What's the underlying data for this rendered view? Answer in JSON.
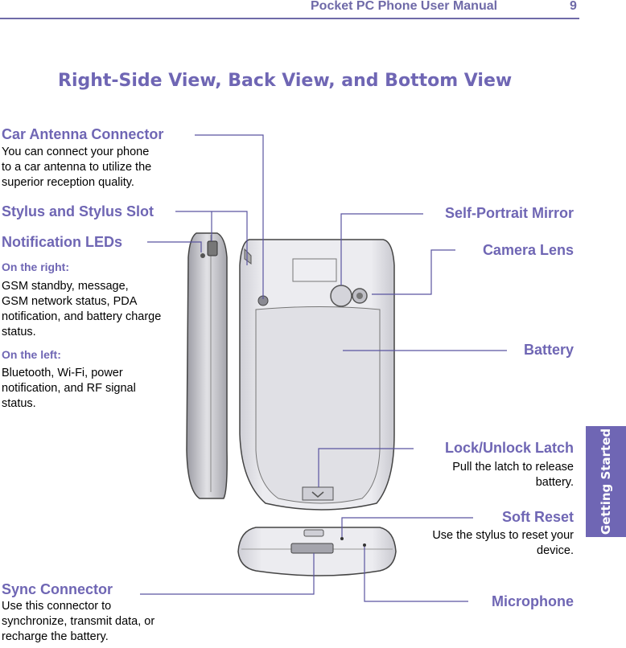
{
  "header": {
    "manual_title": "Pocket PC Phone User Manual",
    "page_number": "9"
  },
  "side_tab": {
    "label": "Getting Started"
  },
  "page_title": "Right-Side View, Back View, and Bottom View",
  "callouts": {
    "car_antenna": {
      "title": "Car Antenna Connector",
      "desc": "You can connect your phone\nto a car antenna to utilize the\nsuperior reception quality."
    },
    "stylus_slot": {
      "title": "Stylus and Stylus Slot"
    },
    "notification_leds": {
      "title": "Notification LEDs",
      "right_heading": "On the right:",
      "right_desc": "GSM standby, message,\nGSM network status, PDA\nnotification, and battery charge\nstatus.",
      "left_heading": "On the left:",
      "left_desc": "Bluetooth, Wi-Fi, power\nnotification, and RF signal\nstatus."
    },
    "self_portrait_mirror": {
      "title": "Self-Portrait Mirror"
    },
    "camera_lens": {
      "title": "Camera Lens"
    },
    "battery": {
      "title": "Battery"
    },
    "lock_latch": {
      "title": "Lock/Unlock Latch",
      "desc": "Pull the latch to release\nbattery."
    },
    "soft_reset": {
      "title": "Soft Reset",
      "desc": "Use the stylus to reset your\ndevice."
    },
    "sync_connector": {
      "title": "Sync Connector",
      "desc": "Use this connector to\nsynchronize, transmit data, or\nrecharge the battery."
    },
    "microphone": {
      "title": "Microphone"
    }
  },
  "colors": {
    "accent": "#6f66b4",
    "leader_line": "#5a55a0",
    "device_body": "#e6e6ea",
    "device_outline": "#444444"
  }
}
